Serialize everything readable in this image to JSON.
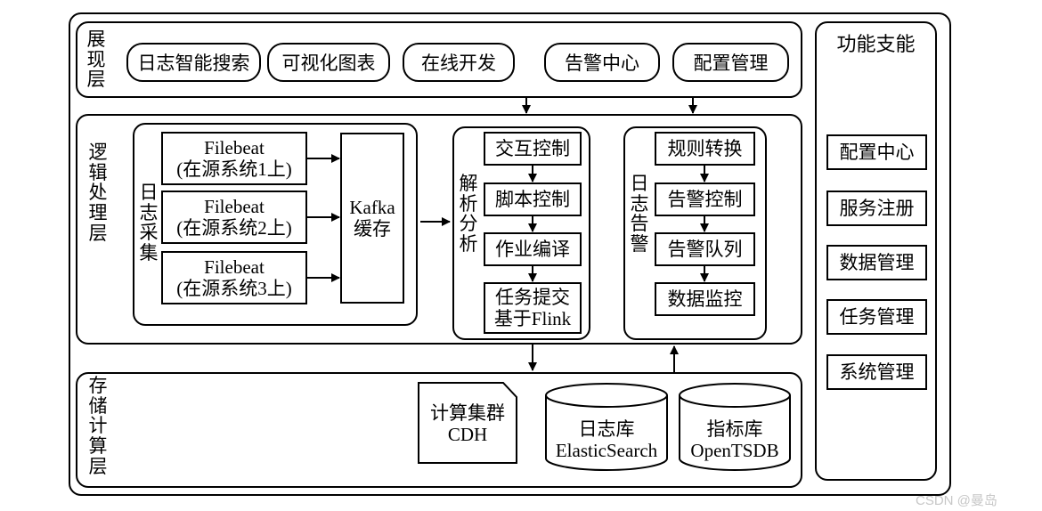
{
  "display_layer": {
    "label": "展\n现\n层",
    "items": [
      "日志智能搜索",
      "可视化图表",
      "在线开发",
      "告警中心",
      "配置管理"
    ]
  },
  "logic_layer": {
    "label": "逻\n辑\n处\n理\n层",
    "log_collection": {
      "label": "日\n志\n采\n集",
      "filebeats": [
        {
          "name": "Filebeat",
          "host": "(在源系统1上)"
        },
        {
          "name": "Filebeat",
          "host": "(在源系统2上)"
        },
        {
          "name": "Filebeat",
          "host": "(在源系统3上)"
        }
      ],
      "kafka": {
        "line1": "Kafka",
        "line2": "缓存"
      }
    },
    "analysis": {
      "label": "解\n析\n分\n析",
      "steps": [
        "交互控制",
        "脚本控制",
        "作业编译",
        "任务提交\n基于Flink"
      ]
    },
    "alerting": {
      "label": "日\n志\n告\n警",
      "steps": [
        "规则转换",
        "告警控制",
        "告警队列",
        "数据监控"
      ]
    }
  },
  "storage_layer": {
    "label": "存\n储\n计\n算\n层",
    "cluster": {
      "line1": "计算集群",
      "line2": "CDH"
    },
    "log_db": {
      "line1": "日志库",
      "line2": "ElasticSearch"
    },
    "metric_db": {
      "line1": "指标库",
      "line2": "OpenTSDB"
    }
  },
  "support_panel": {
    "title": "功能支能",
    "items": [
      "配置中心",
      "服务注册",
      "数据管理",
      "任务管理",
      "系统管理"
    ]
  },
  "watermark": "CSDN @曼岛"
}
